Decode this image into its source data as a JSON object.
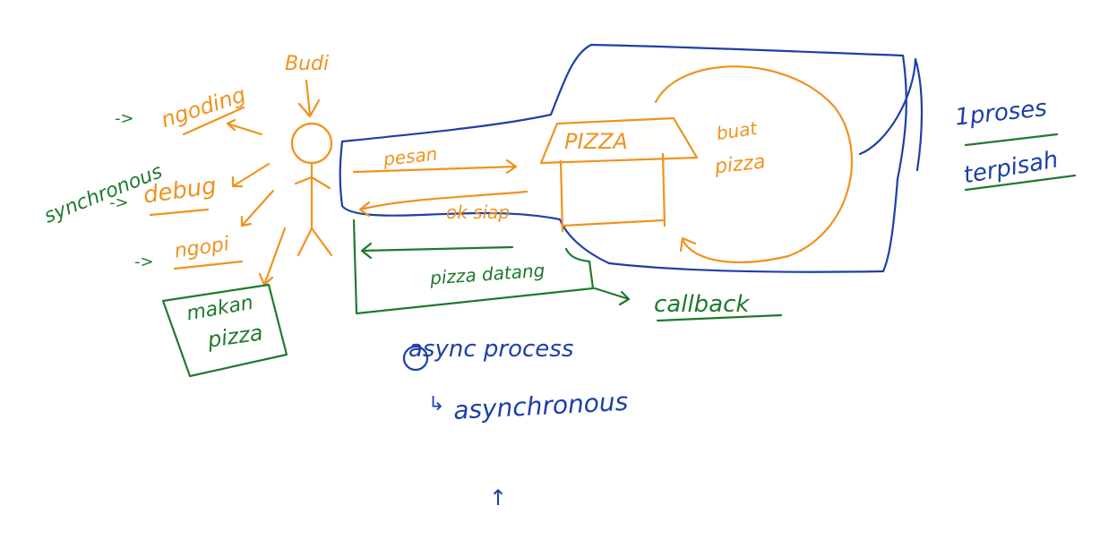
{
  "labels": {
    "budi": "Budi",
    "ngoding": "ngoding",
    "synchronous": "synchronous",
    "debug": "debug",
    "ngopi": "ngopi",
    "makan_line1": "makan",
    "makan_line2": "pizza",
    "pesan": "pesan",
    "ok_siap": "ok siap",
    "pizza_shop": "PIZZA",
    "buat_line1": "buat",
    "buat_line2": "pizza",
    "pizza_datang": "pizza datang",
    "callback": "callback",
    "proses_line1": "1proses",
    "proses_line2": "terpisah",
    "async_process": "async process",
    "asynchronous": "asynchronous",
    "arrow_ngoding": "->",
    "arrow_debug": "->",
    "arrow_ngopi": "->",
    "arrow_async": "↳",
    "cursor_arrow": "↑"
  },
  "colors": {
    "orange": "#f0921e",
    "green": "#1f7a2c",
    "blue": "#1c3fa8"
  }
}
